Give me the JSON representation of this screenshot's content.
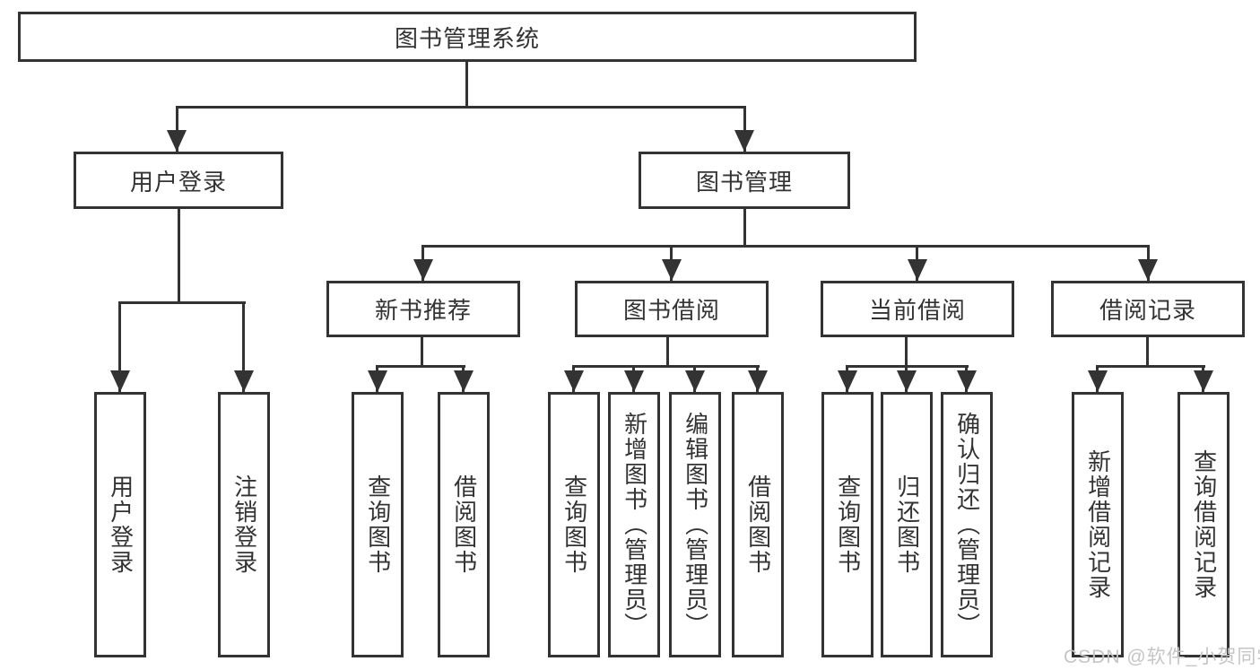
{
  "tree": {
    "label": "图书管理系统",
    "children": [
      {
        "label": "用户登录",
        "children": [
          {
            "label": "用户登录"
          },
          {
            "label": "注销登录"
          }
        ]
      },
      {
        "label": "图书管理",
        "children": [
          {
            "label": "新书推荐",
            "children": [
              {
                "label": "查询图书"
              },
              {
                "label": "借阅图书"
              }
            ]
          },
          {
            "label": "图书借阅",
            "children": [
              {
                "label": "查询图书"
              },
              {
                "label": "新增图书（管理员）"
              },
              {
                "label": "编辑图书（管理员）"
              },
              {
                "label": "借阅图书"
              }
            ]
          },
          {
            "label": "当前借阅",
            "children": [
              {
                "label": "查询图书"
              },
              {
                "label": "归还图书"
              },
              {
                "label": "确认归还（管理员）"
              }
            ]
          },
          {
            "label": "借阅记录",
            "children": [
              {
                "label": "新增借阅记录"
              },
              {
                "label": "查询借阅记录"
              }
            ]
          }
        ]
      }
    ]
  },
  "watermark": {
    "text": "CSDN @软件_小贺同学"
  },
  "colors": {
    "line": "#333333",
    "box_background": "#ffffff",
    "text": "#333333",
    "watermark": "#c5c5c5",
    "page_background": "#ffffff"
  }
}
